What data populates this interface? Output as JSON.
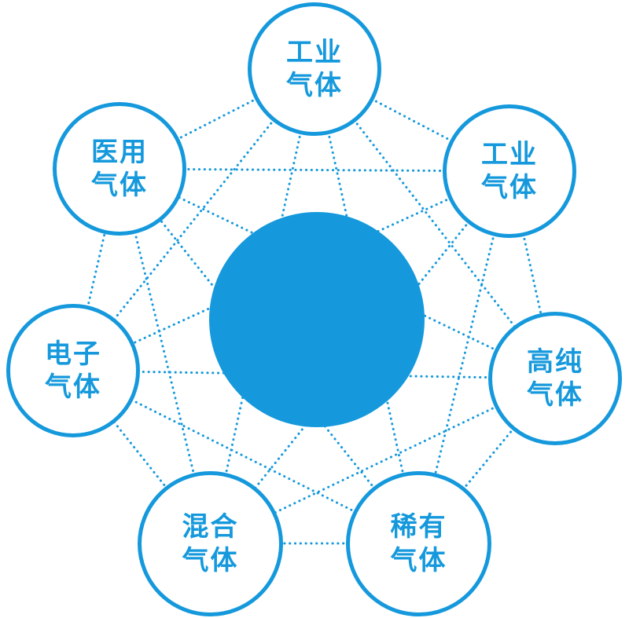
{
  "diagram": {
    "title": "",
    "colors": {
      "accent": "#1599dc",
      "node_fill": "#ffffff",
      "center_fill": "#1599dc"
    },
    "center": {
      "label": ""
    },
    "nodes": [
      {
        "id": "top",
        "label": "工业\n气体"
      },
      {
        "id": "top-right",
        "label": "工业\n气体"
      },
      {
        "id": "right",
        "label": "高纯\n气体"
      },
      {
        "id": "bottom-right",
        "label": "稀有\n气体"
      },
      {
        "id": "bottom-left",
        "label": "混合\n气体"
      },
      {
        "id": "left",
        "label": "电子\n气体"
      },
      {
        "id": "top-left",
        "label": "医用\n气体"
      }
    ],
    "connections": "complete-graph-between-outer-nodes"
  }
}
